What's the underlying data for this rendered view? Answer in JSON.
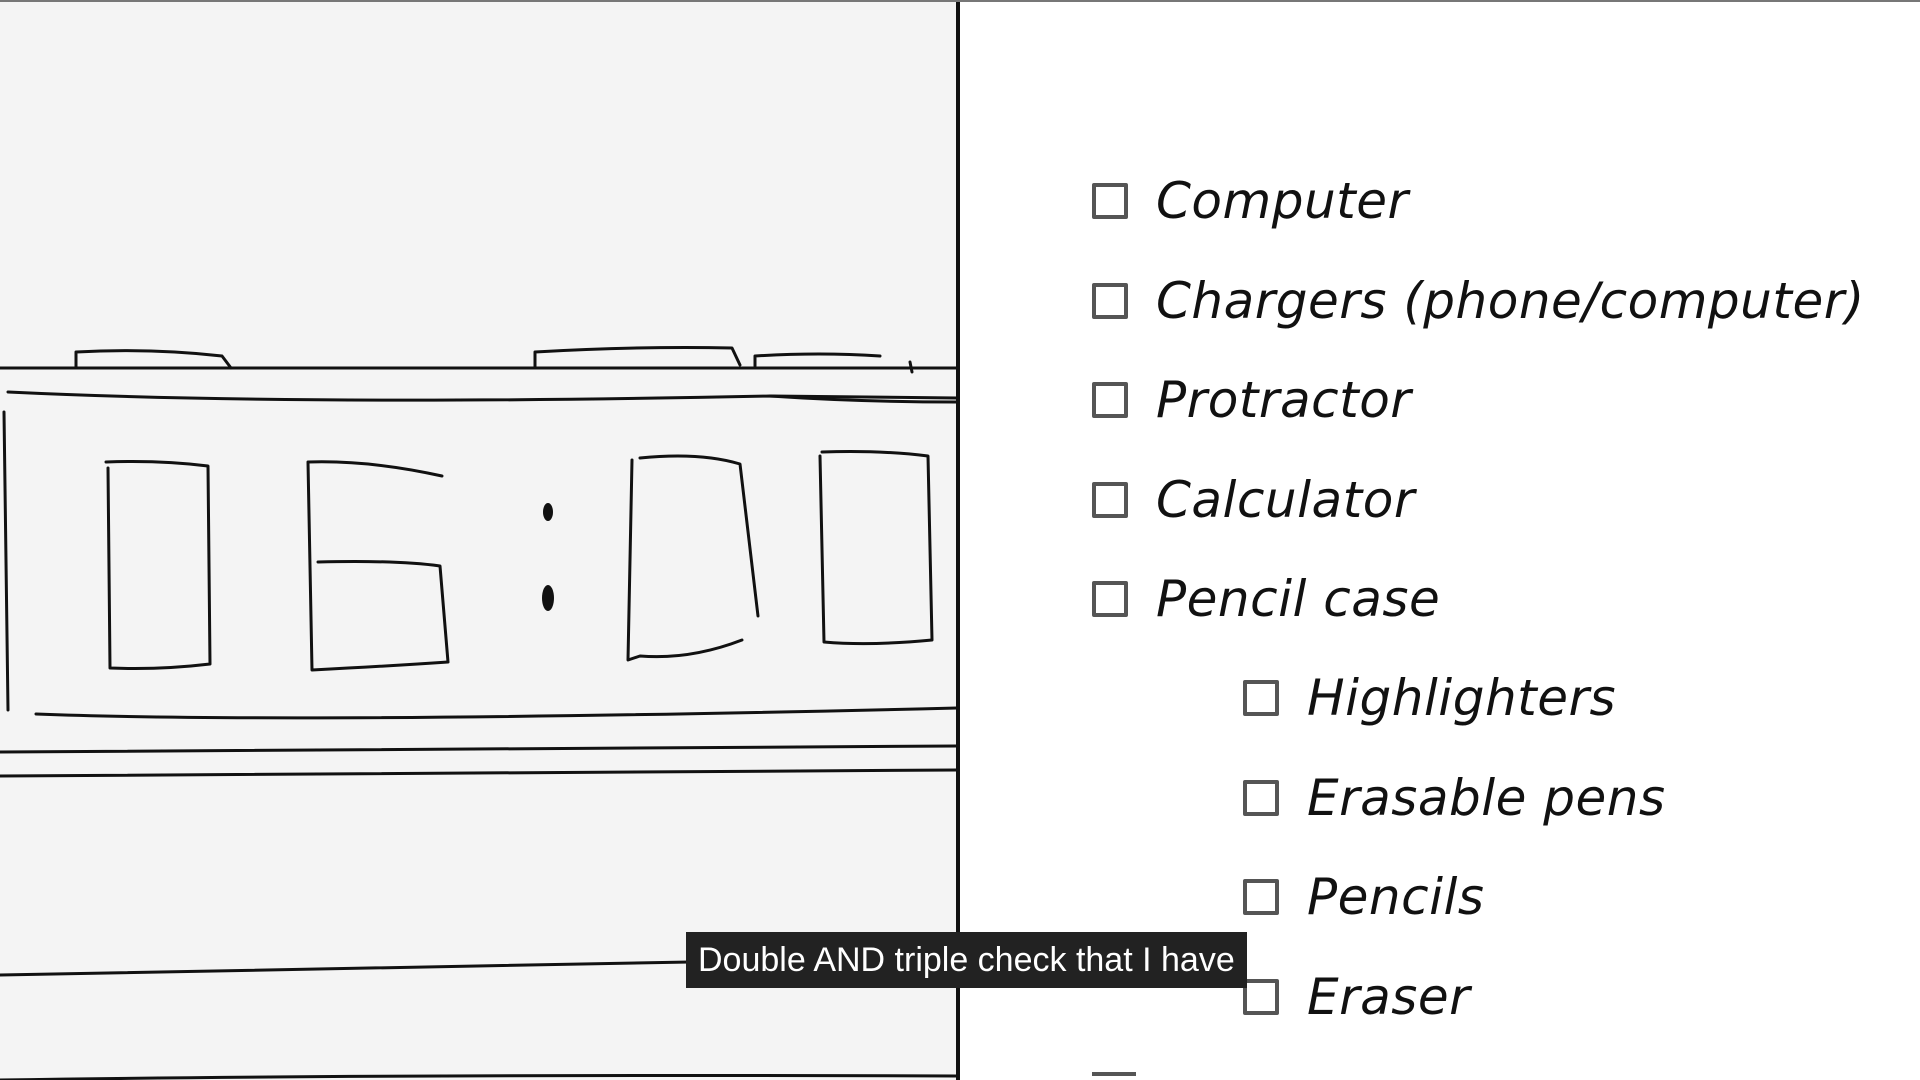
{
  "clock": {
    "display": "06:00"
  },
  "checklist": {
    "items": [
      {
        "label": "Computer",
        "checked": false
      },
      {
        "label": "Chargers (phone/computer)",
        "checked": false
      },
      {
        "label": "Protractor",
        "checked": false
      },
      {
        "label": "Calculator",
        "checked": false
      },
      {
        "label": "Pencil case",
        "checked": false
      }
    ],
    "pencil_case_items": [
      {
        "label": "Highlighters",
        "checked": false
      },
      {
        "label": "Erasable pens",
        "checked": false
      },
      {
        "label": "Pencils",
        "checked": false
      },
      {
        "label": "Eraser",
        "checked": false
      }
    ]
  },
  "caption": {
    "text": "Double AND triple check that I have"
  },
  "colors": {
    "left_panel_background": "#f4f4f4",
    "right_panel_background": "#ffffff",
    "ink": "#111111",
    "checkbox_border": "#555555",
    "caption_background": "#222222",
    "caption_text": "#ffffff"
  }
}
